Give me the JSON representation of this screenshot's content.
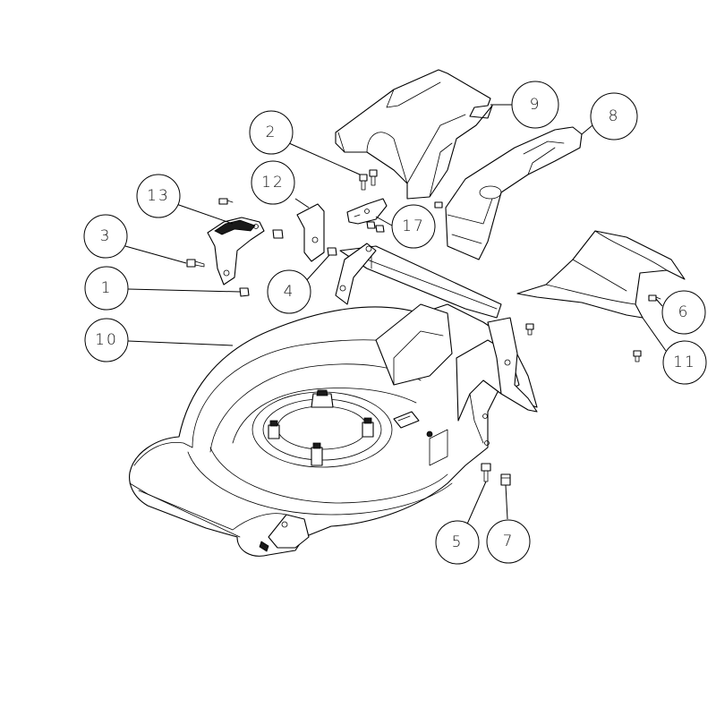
{
  "callouts": [
    {
      "id": "c9",
      "label": "9"
    },
    {
      "id": "c8",
      "label": "8"
    },
    {
      "id": "c2",
      "label": "2"
    },
    {
      "id": "c12",
      "label": "12"
    },
    {
      "id": "c13",
      "label": "13"
    },
    {
      "id": "c17",
      "label": "17"
    },
    {
      "id": "c3",
      "label": "3"
    },
    {
      "id": "c4",
      "label": "4"
    },
    {
      "id": "c1",
      "label": "1"
    },
    {
      "id": "c10",
      "label": "10"
    },
    {
      "id": "c6",
      "label": "6"
    },
    {
      "id": "c11",
      "label": "11"
    },
    {
      "id": "c5",
      "label": "5"
    },
    {
      "id": "c7",
      "label": "7"
    }
  ]
}
